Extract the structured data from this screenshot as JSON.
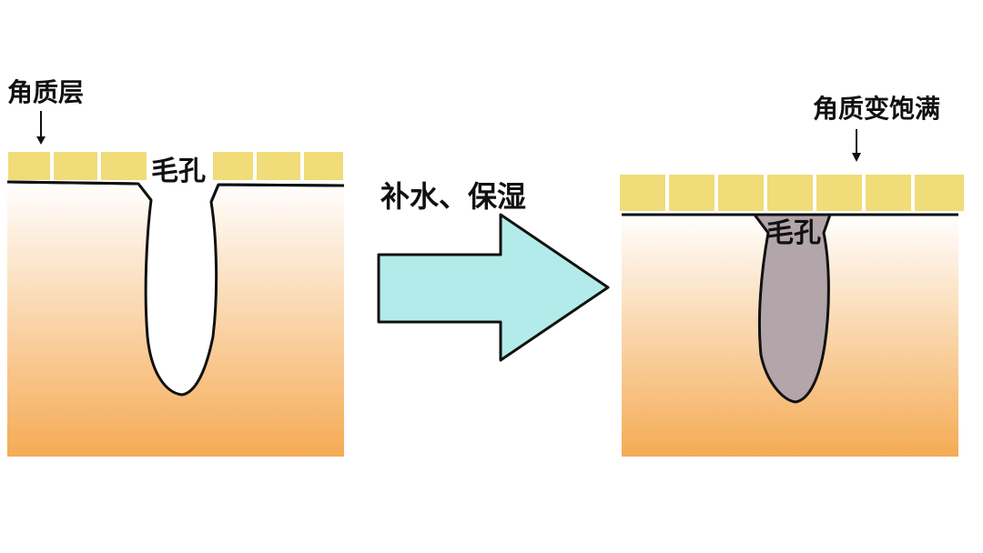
{
  "left_panel": {
    "top_label": "角质层",
    "pore_label": "毛孔"
  },
  "right_panel": {
    "top_label": "角质变饱满",
    "pore_label": "毛孔"
  },
  "arrow": {
    "label": "补水、保湿"
  },
  "colors": {
    "cell_fill": "#f0dc78",
    "cell_border": "#ffffff",
    "skin_top": "#ffffff",
    "skin_bottom": "#f5ab55",
    "arrow_fill": "#b2ebe9",
    "pore_empty": "#ffffff",
    "pore_filled": "#b3a6aa",
    "outline": "#111111"
  }
}
